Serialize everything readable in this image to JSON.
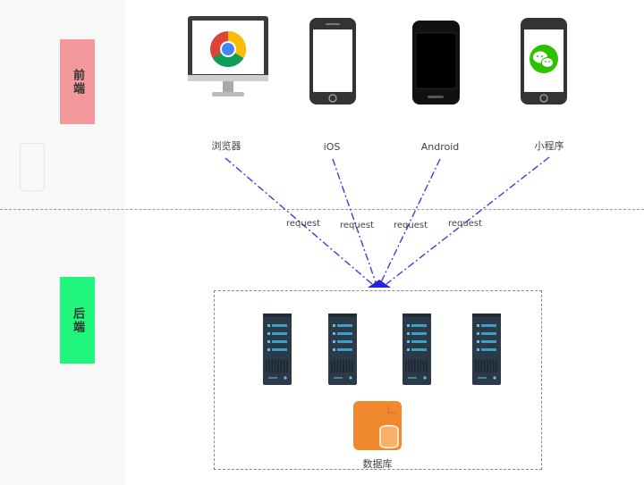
{
  "sections": {
    "frontend_label": "前端",
    "backend_label": "后端"
  },
  "clients": [
    {
      "label": "浏览器",
      "icon": "chrome-monitor-icon"
    },
    {
      "label": "iOS",
      "icon": "iphone-white-icon"
    },
    {
      "label": "Android",
      "icon": "android-phone-icon"
    },
    {
      "label": "小程序",
      "icon": "wechat-phone-icon"
    }
  ],
  "requests": [
    "request",
    "request",
    "request",
    "request"
  ],
  "backend": {
    "server_icon": "server-rack-icon",
    "server_count": 4,
    "database_label": "数据库",
    "database_icon": "database-icon"
  },
  "colors": {
    "frontend": "#f4999b",
    "backend": "#20f57e",
    "arrow": "#3d3de0",
    "server": "#2b3a46",
    "database": "#f0882e"
  }
}
